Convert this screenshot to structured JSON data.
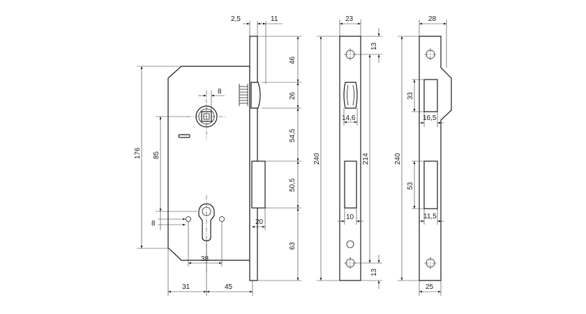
{
  "diagram": {
    "colors": {
      "line": "#1a1a1a",
      "background": "#ffffff"
    },
    "lock_body": {
      "dims": {
        "top_offset": "2,5",
        "faceplate_thickness": "11",
        "spindle_offset": "8",
        "height": "176",
        "center_distance": "85",
        "cylinder_hole": "8",
        "screw_spacing": "38",
        "width_left": "31",
        "width_right": "45",
        "bolt_width": "20"
      }
    },
    "faceplate_profile": {
      "dims": {
        "seg_46": "46",
        "seg_26": "26",
        "seg_54": "54,5",
        "seg_50": "50,5",
        "seg_63": "63"
      }
    },
    "front_plate": {
      "dims": {
        "width": "23",
        "top_hole": "13",
        "latch_width": "14,6",
        "height": "240",
        "bolt_width": "10",
        "hole_span": "214",
        "bottom_hole": "13"
      }
    },
    "strike_plate": {
      "dims": {
        "top_width": "28",
        "latch_opening": "33",
        "latch_width": "16,5",
        "height": "240",
        "bolt_opening": "53",
        "bolt_width": "11,5",
        "bottom_width": "25"
      }
    }
  }
}
